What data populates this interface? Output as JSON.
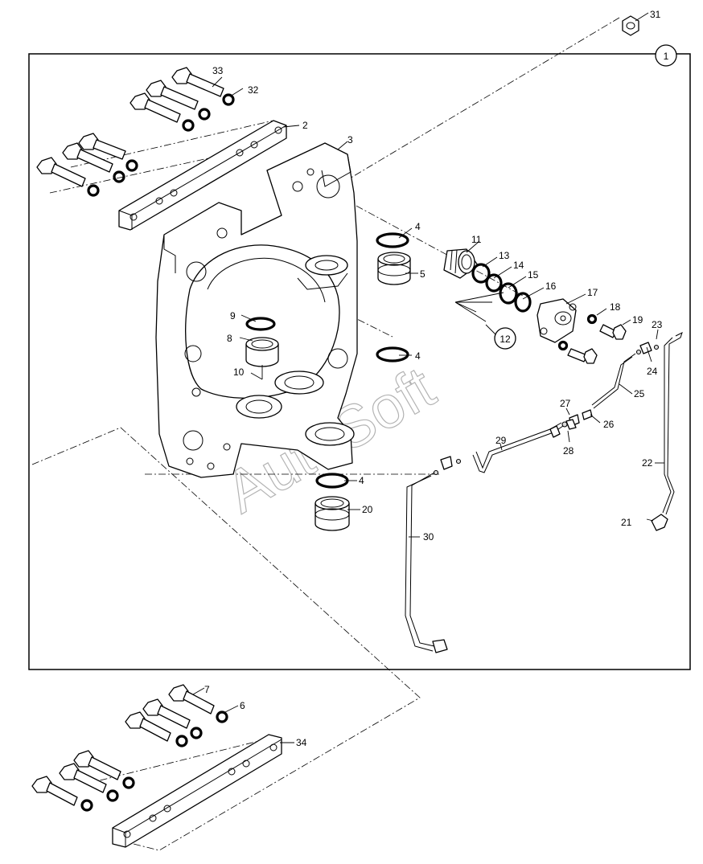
{
  "watermark": "AutoSoft",
  "group_label": "1",
  "sub_label": "12",
  "parts": {
    "p2": "2",
    "p3": "3",
    "p4a": "4",
    "p4b": "4",
    "p4c": "4",
    "p5": "5",
    "p6": "6",
    "p7": "7",
    "p8": "8",
    "p9": "9",
    "p10": "10",
    "p11": "11",
    "p13": "13",
    "p14": "14",
    "p15": "15",
    "p16": "16",
    "p17": "17",
    "p18": "18",
    "p19": "19",
    "p20": "20",
    "p21": "21",
    "p22": "22",
    "p23": "23",
    "p24": "24",
    "p25": "25",
    "p26": "26",
    "p27": "27",
    "p28": "28",
    "p29": "29",
    "p30": "30",
    "p31": "31",
    "p32": "32",
    "p33": "33",
    "p34": "34"
  }
}
